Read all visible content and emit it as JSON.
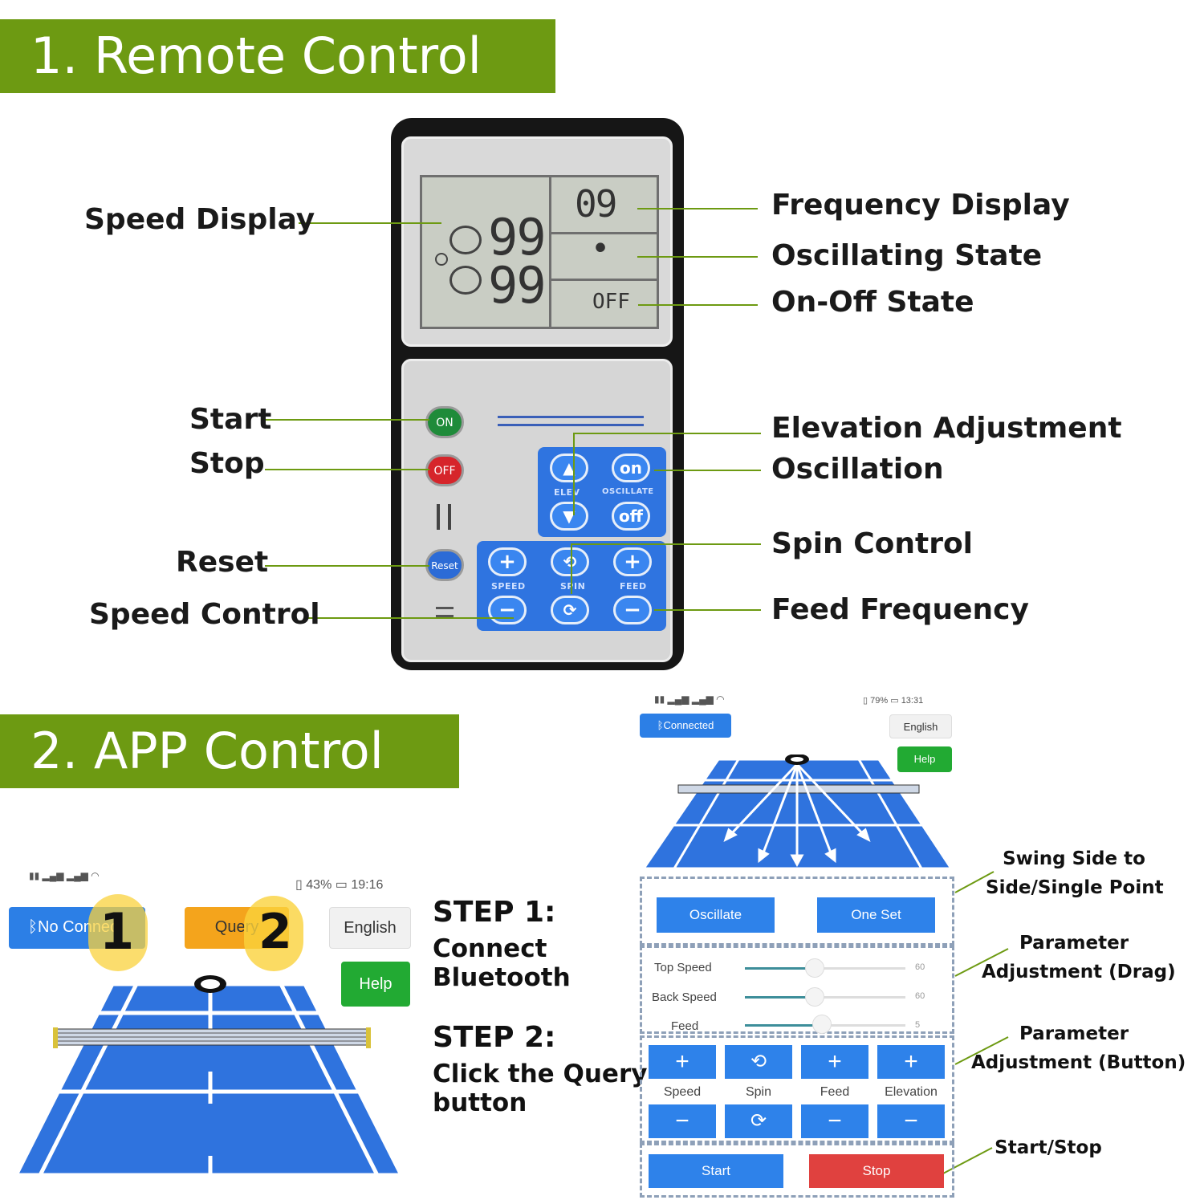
{
  "section1": {
    "title": "1. Remote Control"
  },
  "section2": {
    "title": "2. APP Control"
  },
  "remote": {
    "lcd": {
      "speed_top": "99",
      "speed_bottom": "99",
      "frequency": "09",
      "oscillating": "•",
      "state": "OFF"
    },
    "buttons": {
      "on": "ON",
      "off": "OFF",
      "reset": "Reset",
      "elev": "ELEV",
      "oscillate": "OSCILLATE",
      "osc_on": "on",
      "osc_off": "off",
      "speed": "SPEED",
      "spin": "SPIN",
      "feed": "FEED"
    },
    "callouts_left": {
      "speed_display": "Speed Display",
      "start": "Start",
      "stop": "Stop",
      "reset": "Reset",
      "speed_control": "Speed Control"
    },
    "callouts_right": {
      "frequency_display": "Frequency Display",
      "oscillating_state": "Oscillating State",
      "on_off_state": "On-Off State",
      "elevation_adjustment": "Elevation Adjustment",
      "oscillation": "Oscillation",
      "spin_control": "Spin Control",
      "feed_frequency": "Feed Frequency"
    }
  },
  "app_left": {
    "status": {
      "battery": "43%",
      "time": "19:16"
    },
    "connect_button": "No Connect",
    "query_button": "Query",
    "english_button": "English",
    "help_button": "Help",
    "marker_1": "1",
    "marker_2": "2"
  },
  "steps": {
    "step1_title": "STEP 1:",
    "step1_line1": "Connect",
    "step1_line2": "Bluetooth",
    "step2_title": "STEP 2:",
    "step2_line1": "Click the Query",
    "step2_line2": "button"
  },
  "app_right": {
    "status": {
      "battery": "79%",
      "time": "13:31"
    },
    "connected_button": "Connected",
    "english_button": "English",
    "help_button": "Help",
    "oscillate_button": "Oscillate",
    "one_set_button": "One Set",
    "sliders": [
      {
        "label": "Top Speed",
        "value": "60"
      },
      {
        "label": "Back Speed",
        "value": "60"
      },
      {
        "label": "Feed",
        "value": "5"
      }
    ],
    "controls": [
      "Speed",
      "Spin",
      "Feed",
      "Elevation"
    ],
    "start_button": "Start",
    "stop_button": "Stop",
    "callouts": {
      "swing_line1": "Swing Side to",
      "swing_line2": "Side/Single Point",
      "drag_line1": "Parameter",
      "drag_line2": "Adjustment (Drag)",
      "button_line1": "Parameter",
      "button_line2": "Adjustment (Button)",
      "start_stop": "Start/Stop"
    }
  },
  "colors": {
    "banner": "#6d9a12",
    "court": "#2f73de",
    "button_blue": "#2e82ea",
    "stop_red": "#e0413f",
    "help_green": "#22aa33",
    "query_orange": "#f4a41c"
  }
}
